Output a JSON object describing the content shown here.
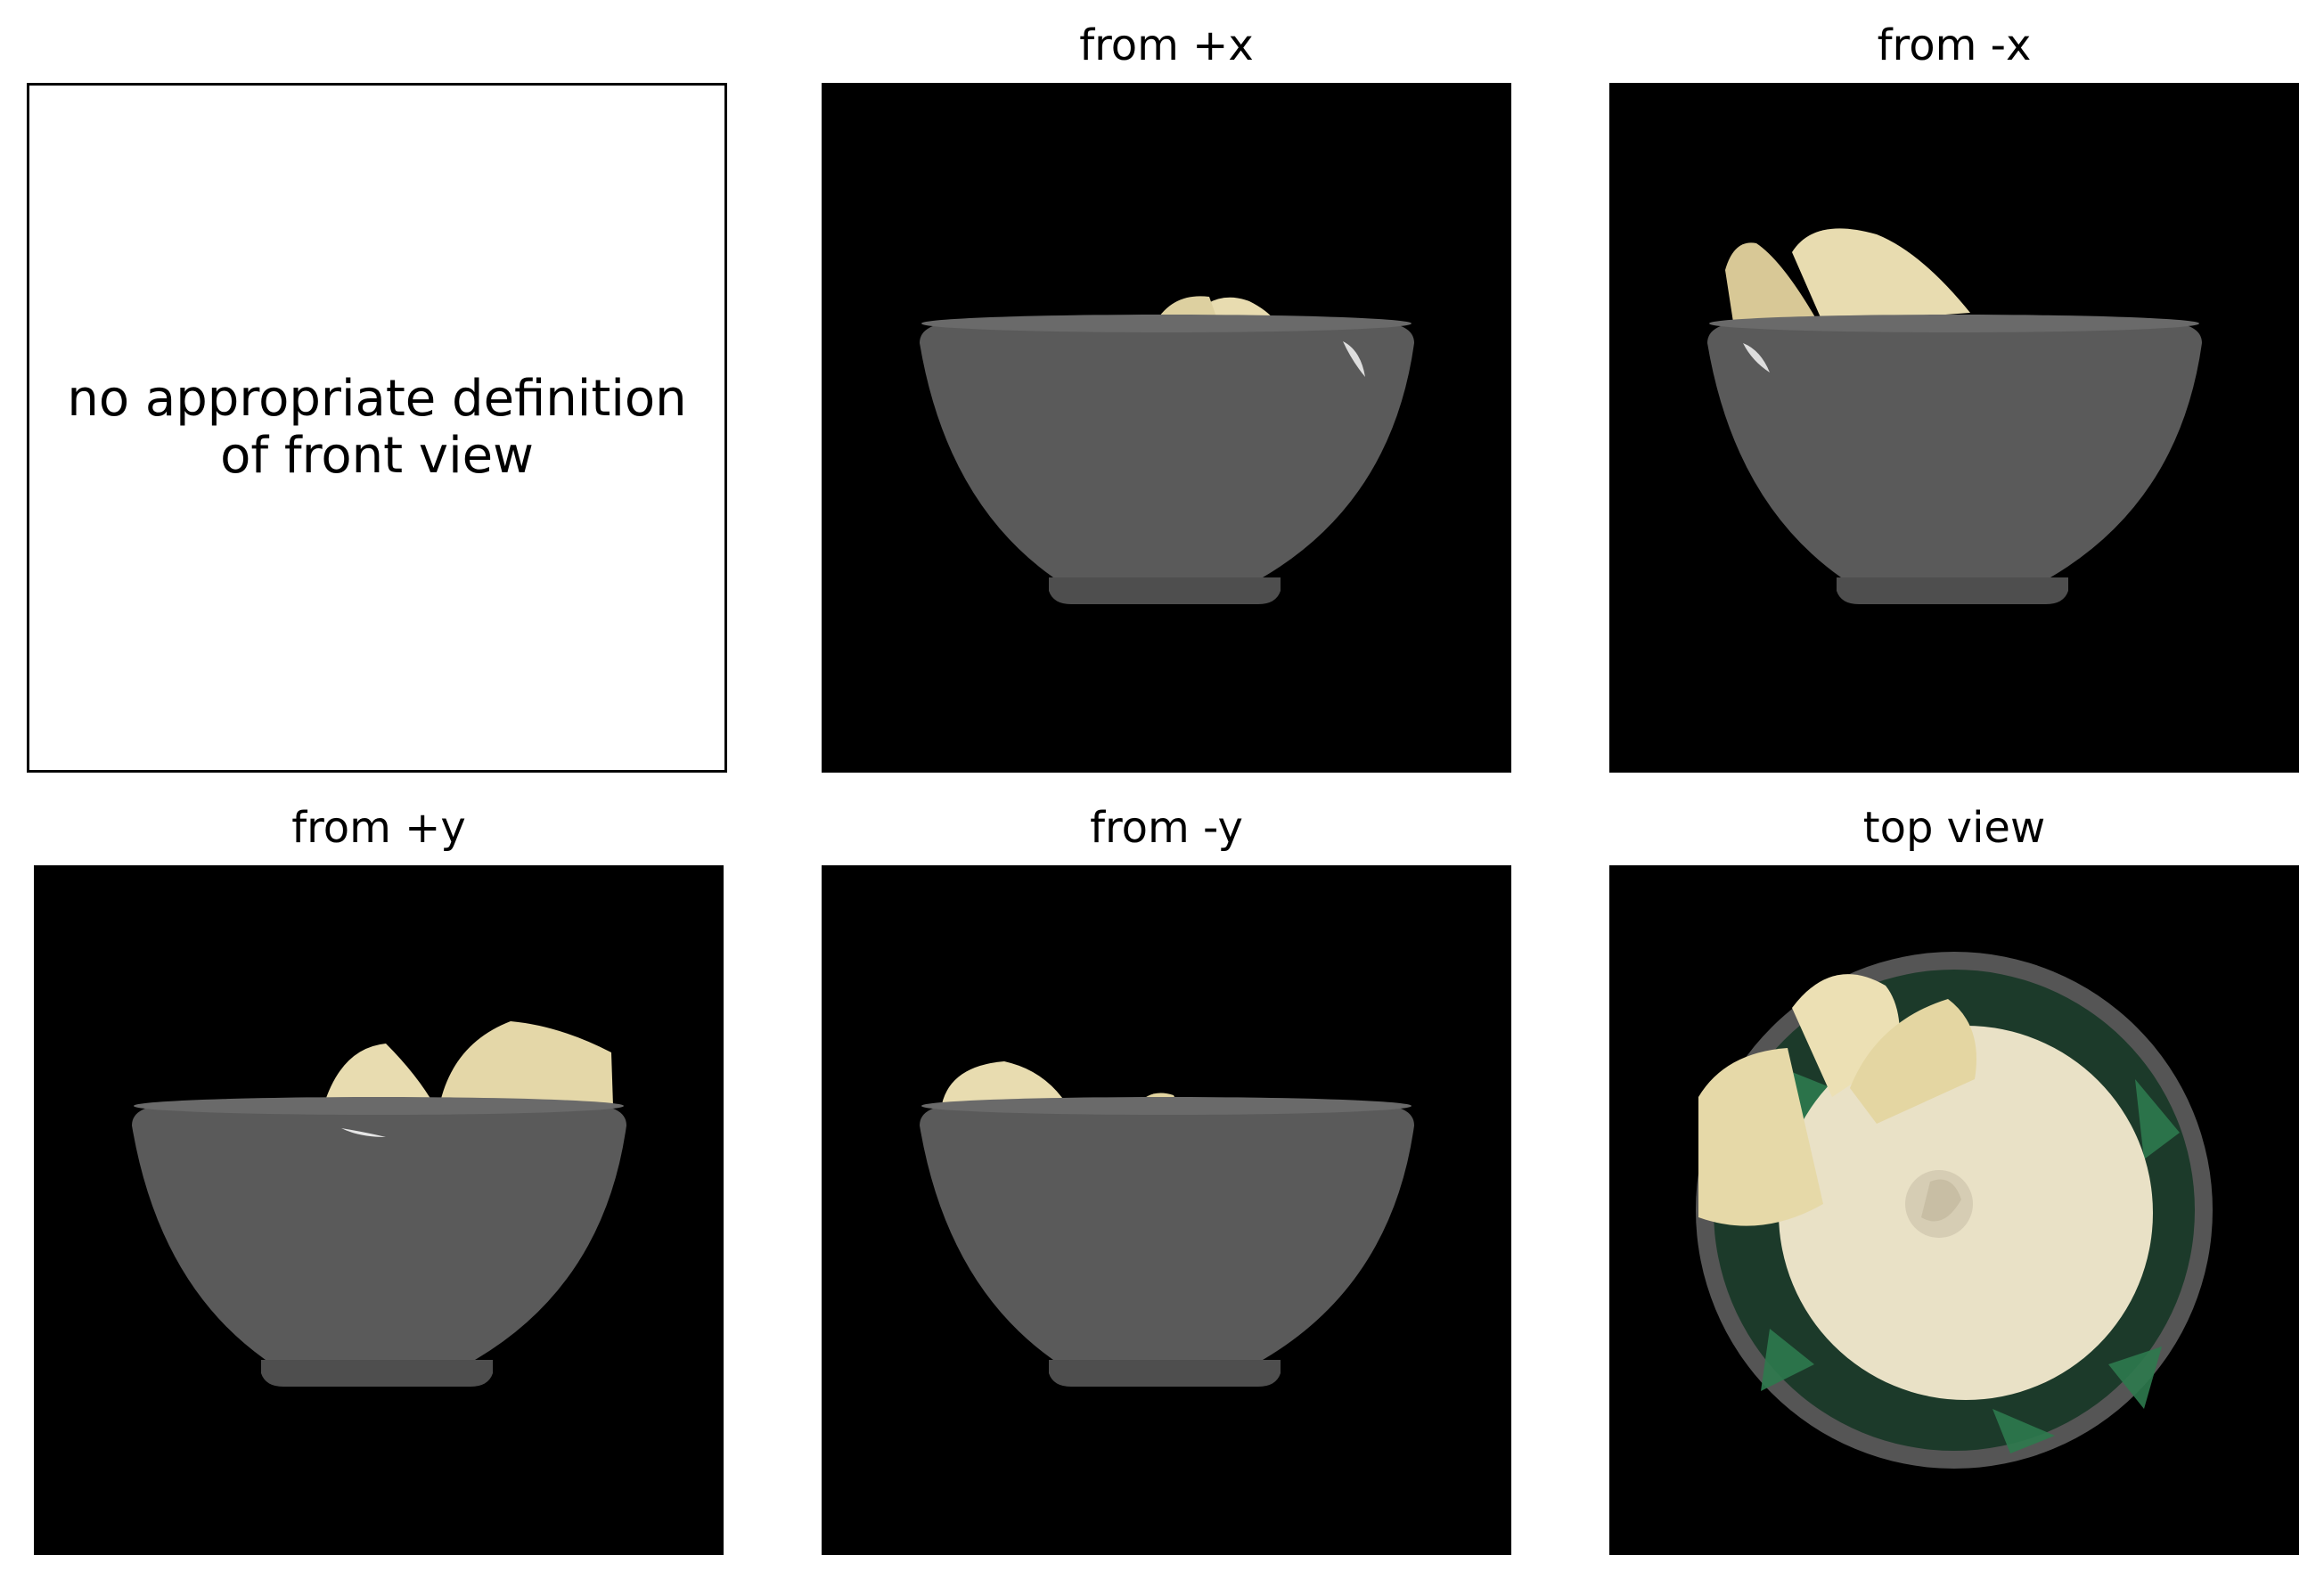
{
  "panels": [
    {
      "title": "",
      "note_lines": [
        "no appropriate definition",
        "of front view"
      ]
    },
    {
      "title": "from +x"
    },
    {
      "title": "from -x"
    },
    {
      "title": "from +y"
    },
    {
      "title": "from -y"
    },
    {
      "title": "top view"
    }
  ],
  "colors": {
    "background": "#000000",
    "bowl": "#5a5a5a",
    "bread": "#e8dcb0",
    "soup": "#e9e1c6",
    "glaze_green": "#1f5a3a"
  }
}
